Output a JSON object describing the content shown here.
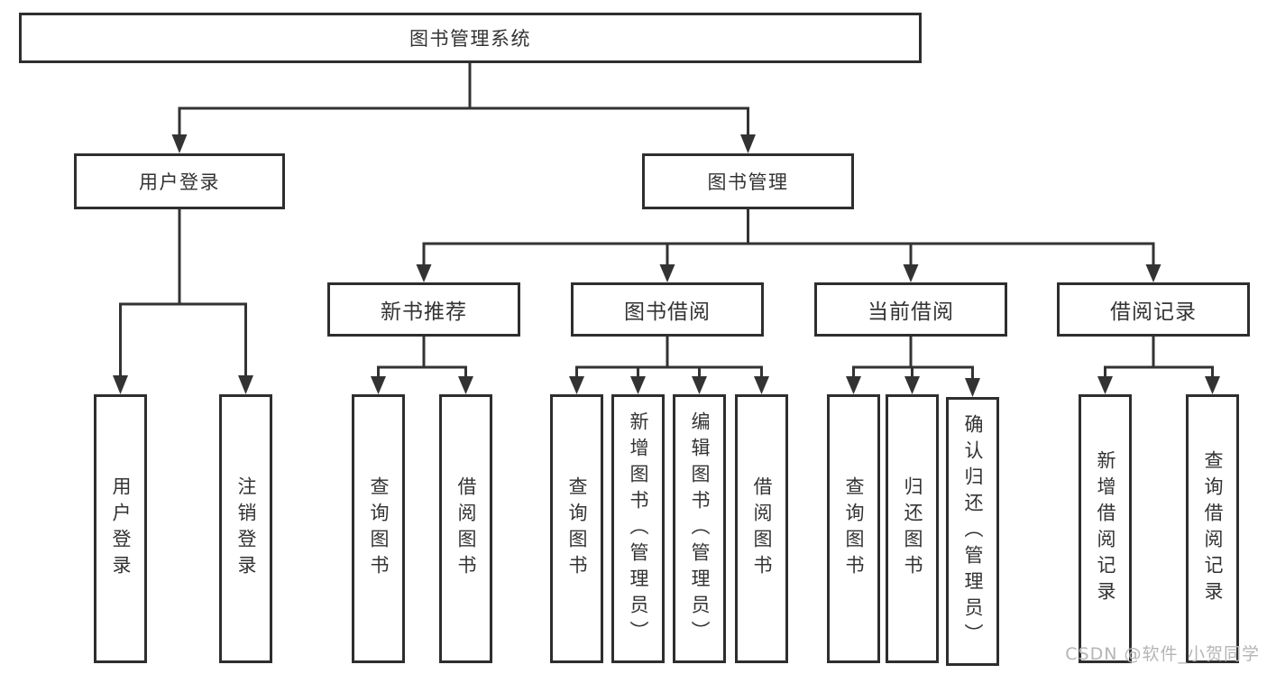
{
  "tree": {
    "root": "图书管理系统",
    "user": {
      "label": "用户登录",
      "children": [
        "用户登录",
        "注销登录"
      ]
    },
    "book": {
      "label": "图书管理",
      "recommend": {
        "label": "新书推荐",
        "children": [
          "查询图书",
          "借阅图书"
        ]
      },
      "borrow": {
        "label": "图书借阅",
        "children": [
          "查询图书",
          "新增图书（管理员）",
          "编辑图书（管理员）",
          "借阅图书"
        ]
      },
      "current": {
        "label": "当前借阅",
        "children": [
          "查询图书",
          "归还图书",
          "确认归还（管理员）"
        ]
      },
      "records": {
        "label": "借阅记录",
        "children": [
          "新增借阅记录",
          "查询借阅记录"
        ]
      }
    }
  },
  "watermark": "CSDN @软件_小贺同学",
  "colors": {
    "line": "#333333",
    "box_border": "#2e2e2e",
    "text": "#333333",
    "background": "#ffffff",
    "watermark": "#b5b5b5"
  }
}
